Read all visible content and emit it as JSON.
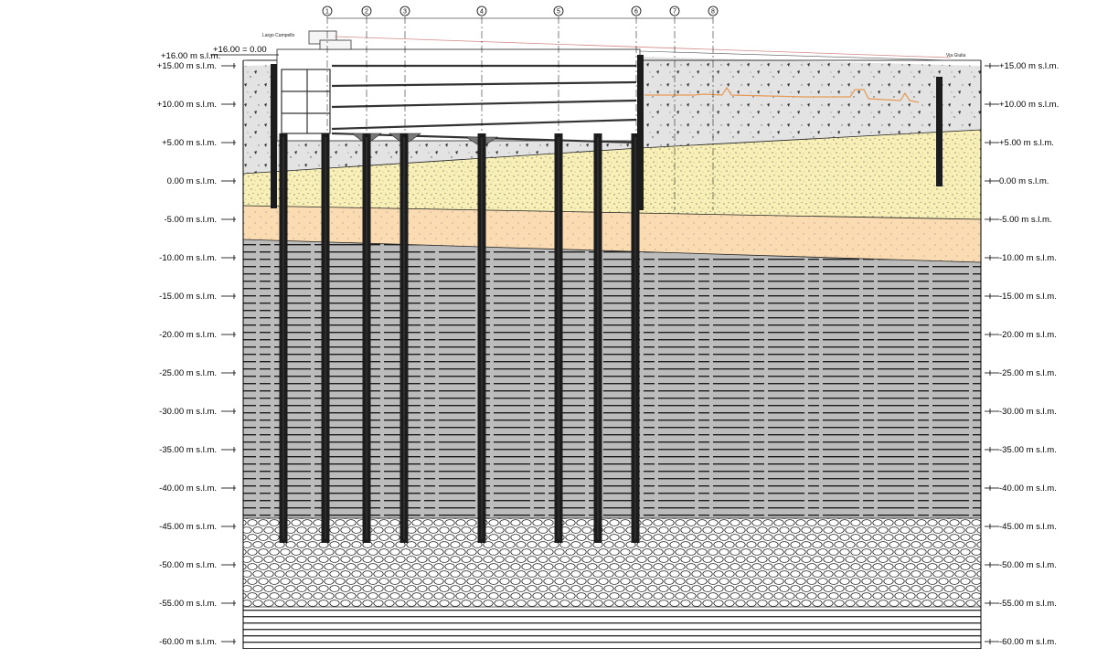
{
  "elevation_labels_left": [
    "+15.00 m s.l.m.",
    "+10.00 m s.l.m.",
    "+5.00 m s.l.m.",
    "0.00 m s.l.m.",
    "-5.00 m s.l.m.",
    "-10.00 m s.l.m.",
    "-15.00 m s.l.m.",
    "-20.00 m s.l.m.",
    "-25.00 m s.l.m.",
    "-30.00 m s.l.m.",
    "-35.00 m s.l.m.",
    "-40.00 m s.l.m.",
    "-45.00 m s.l.m.",
    "-50.00 m s.l.m.",
    "-55.00 m s.l.m.",
    "-60.00 m s.l.m."
  ],
  "elevation_labels_right": [
    "+15.00 m s.l.m.",
    "+10.00 m s.l.m.",
    "+5.00 m s.l.m.",
    "0.00 m s.l.m.",
    "-5.00 m s.l.m.",
    "-10.00 m s.l.m.",
    "-15.00 m s.l.m.",
    "-20.00 m s.l.m.",
    "-25.00 m s.l.m.",
    "-30.00 m s.l.m.",
    "-35.00 m s.l.m.",
    "-40.00 m s.l.m.",
    "-45.00 m s.l.m.",
    "-50.00 m s.l.m.",
    "-55.00 m s.l.m.",
    "-60.00 m s.l.m."
  ],
  "top_label": "+16.00 m s.l.m.",
  "datum_label": "+16.00 = 0.00",
  "street_left": "Largo Campello",
  "street_right": "Via Giulia",
  "axes": [
    "1",
    "2",
    "3",
    "4",
    "5",
    "6",
    "7",
    "8"
  ],
  "colors": {
    "fill_soil": "#e3e3e3",
    "sand_yellow": "#f8efb6",
    "sand_orange": "#fbdcb2",
    "clay_gray": "#bcbcbc",
    "gravel": "#ffffff",
    "pile": "#1c1c1c",
    "utility_orange": "#e79a55"
  }
}
